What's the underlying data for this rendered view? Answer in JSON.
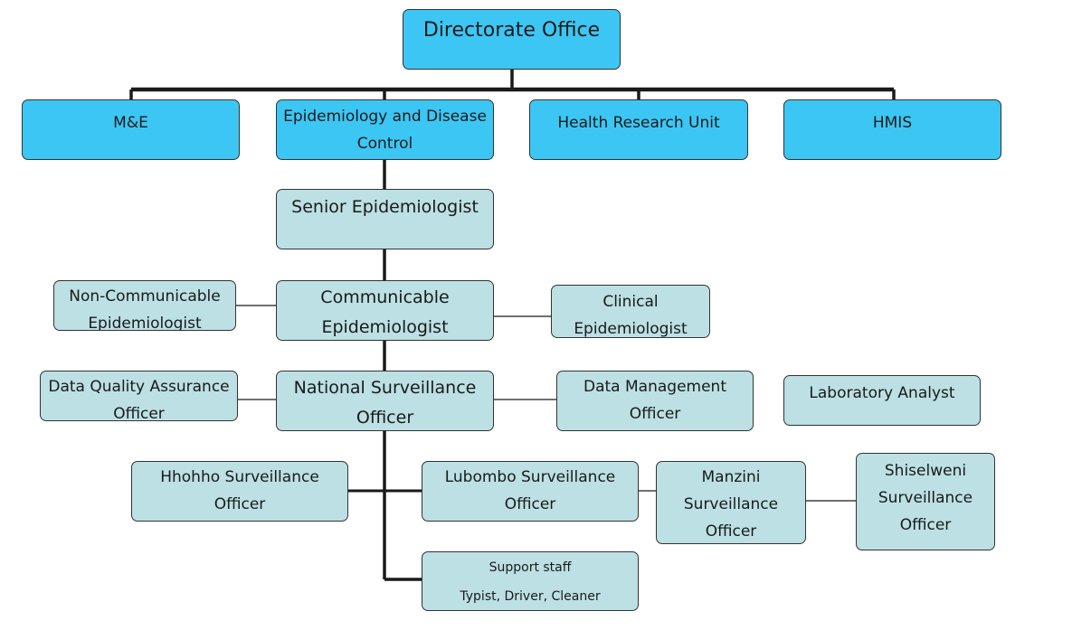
{
  "colors": {
    "top_level": "#3cc6f4",
    "staff": "#bce0e4",
    "connector": "#1a1a1a"
  },
  "directorate": {
    "label": "Directorate Office"
  },
  "units": {
    "me": "M&E",
    "epi": [
      "Epidemiology and Disease",
      "Control"
    ],
    "research": "Health Research Unit",
    "hmis": "HMIS"
  },
  "positions": {
    "senior_epi": "Senior Epidemiologist",
    "ncd_epi": [
      "Non-Communicable",
      "Epidemiologist"
    ],
    "comm_epi": [
      "Communicable",
      "Epidemiologist"
    ],
    "clinical_epi": [
      "Clinical",
      "Epidemiologist"
    ],
    "dqa_officer": [
      "Data Quality Assurance",
      "Officer"
    ],
    "national_surv": [
      "National Surveillance",
      "Officer"
    ],
    "data_mgmt": [
      "Data Management",
      "Officer"
    ],
    "lab_analyst": "Laboratory Analyst",
    "hhohho": [
      "Hhohho Surveillance",
      "Officer"
    ],
    "lubombo": [
      "Lubombo Surveillance",
      "Officer"
    ],
    "manzini": [
      "Manzini",
      "Surveillance",
      "Officer"
    ],
    "shiselweni": [
      "Shiselweni",
      "Surveillance",
      "Officer"
    ],
    "support_staff": {
      "title": "Support staff",
      "detail": "Typist, Driver, Cleaner"
    }
  }
}
